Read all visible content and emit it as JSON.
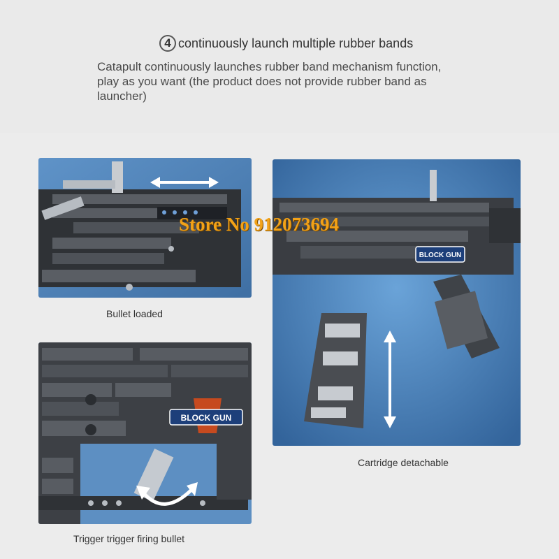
{
  "feature": {
    "number": "4",
    "title": "continuously launch multiple rubber bands",
    "description": "Catapult continuously launches rubber band mechanism function, play as you want (the product does not provide rubber band as launcher)"
  },
  "panels": {
    "bullet": {
      "caption": "Bullet loaded"
    },
    "cartridge": {
      "caption": "Cartridge detachable",
      "badge": "BLOCK GUN"
    },
    "trigger": {
      "caption": "Trigger trigger firing bullet",
      "badge": "BLOCK GUN"
    }
  },
  "watermark": "Store No 912073694",
  "colors": {
    "panel_blue": "#5b8fc4",
    "brick_gray": "#4a4d52",
    "watermark": "#f2a218",
    "arrow": "#ffffff"
  }
}
